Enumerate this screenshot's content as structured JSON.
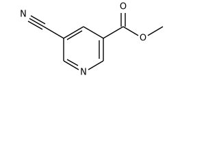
{
  "molecule": {
    "atoms": {
      "ring_nitrogen": "N",
      "nitrile_nitrogen": "N",
      "carbonyl_oxygen": "O",
      "ester_oxygen": "O"
    },
    "colors": {
      "bond": "#000000",
      "label": "#000000",
      "background": "#ffffff"
    }
  }
}
